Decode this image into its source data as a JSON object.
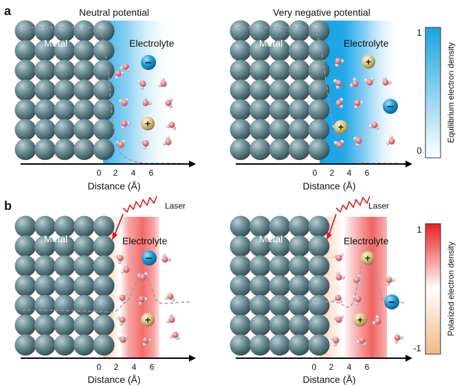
{
  "panel_a": {
    "label": "a",
    "left_title": "Neutral potential",
    "right_title": "Very negative potential",
    "metal_label": "Metal",
    "electrolyte_label": "Electrolyte",
    "xlabel": "Distance (Å)",
    "ticks": [
      "0",
      "2",
      "4",
      "6"
    ],
    "colorbar_label": "Equilibrium electron density",
    "colorbar_max": "1",
    "colorbar_min": "0",
    "colorbar_color": "#1aa3e0"
  },
  "panel_b": {
    "label": "b",
    "laser_label": "Laser",
    "metal_label": "Metal",
    "electrolyte_label": "Electrolyte",
    "xlabel": "Distance (Å)",
    "ticks": [
      "0",
      "2",
      "4",
      "6"
    ],
    "colorbar_label": "Polarized electron density",
    "colorbar_max": "1",
    "colorbar_min": "-1",
    "colorbar_pos_color": "#e82020",
    "colorbar_neg_color": "#f0b888"
  },
  "ions": {
    "anion": "−",
    "cation": "+"
  }
}
